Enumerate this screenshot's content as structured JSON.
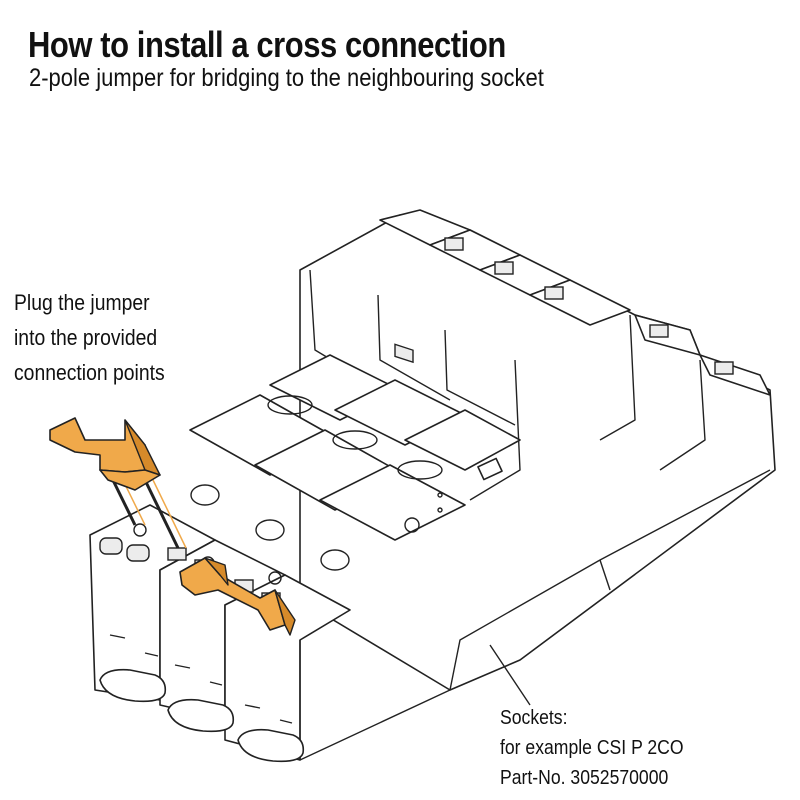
{
  "header": {
    "title": "How to install a cross connection",
    "subtitle": "2-pole jumper for bridging to the neighbouring socket"
  },
  "callouts": {
    "jumper": {
      "lines": [
        "Plug the jumper",
        "into the provided",
        "connection points"
      ]
    },
    "sockets": {
      "lines": [
        "Sockets:",
        "for example CSI P 2CO",
        "Part-No. 3052570000"
      ]
    }
  },
  "colors": {
    "jumper": "#f0a94a",
    "jumper_dark": "#d68a2a",
    "line": "#222222",
    "background": "#ffffff"
  }
}
